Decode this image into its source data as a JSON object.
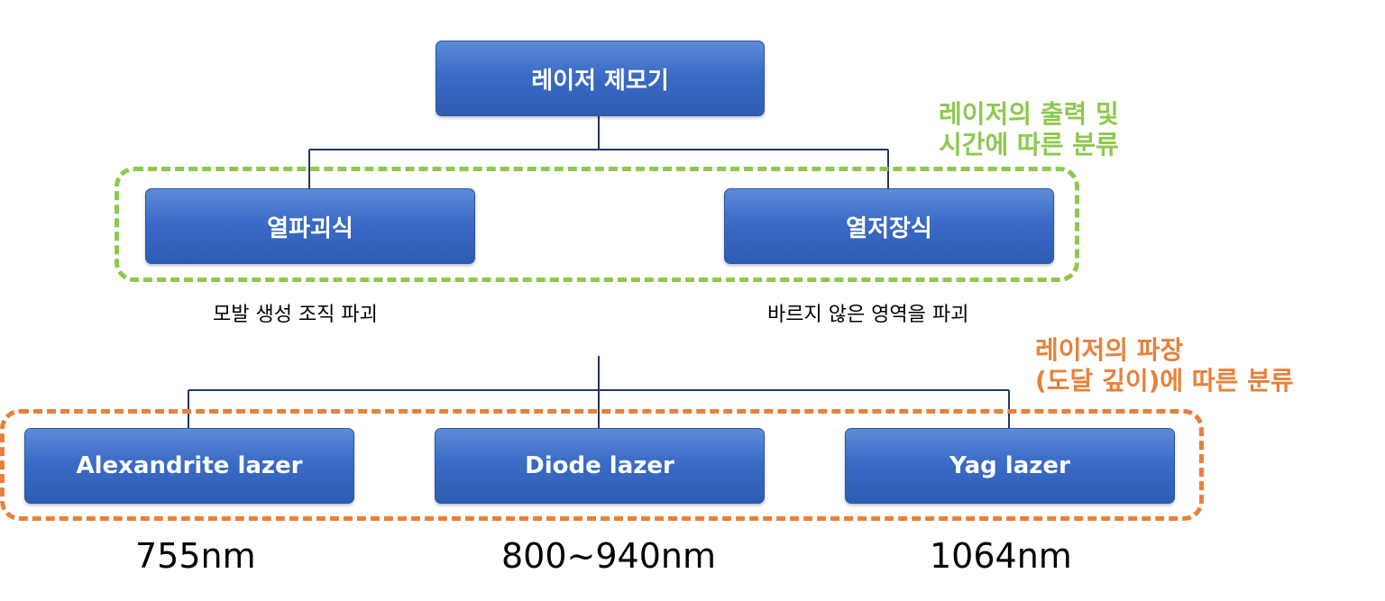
{
  "root": {
    "label": "레이저 제모기"
  },
  "group1": {
    "note_line1": "레이저의 출력 및",
    "note_line2": "시간에 따른 분류",
    "note_color": "#8cc94e",
    "items": [
      {
        "label": "열파괴식",
        "desc": "모발 생성 조직 파괴"
      },
      {
        "label": "열저장식",
        "desc": "바르지 않은 영역을 파괴"
      }
    ]
  },
  "group2": {
    "note_line1": "레이저의 파장",
    "note_line2": "(도달 깊이)에 따른 분류",
    "note_color": "#e8813a",
    "items": [
      {
        "label": "Alexandrite lazer",
        "wavelength": "755nm"
      },
      {
        "label": "Diode lazer",
        "wavelength": "800~940nm"
      },
      {
        "label": "Yag lazer",
        "wavelength": "1064nm"
      }
    ]
  },
  "colors": {
    "box_fill": "#3a6bc6",
    "connector": "#1f3864"
  }
}
